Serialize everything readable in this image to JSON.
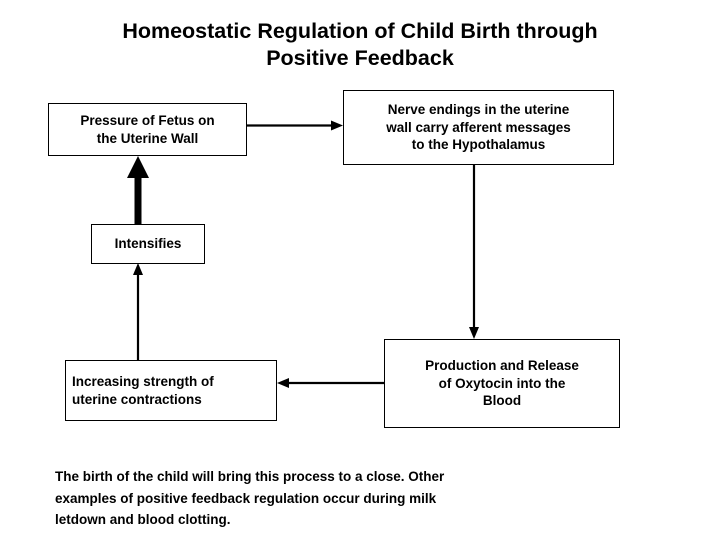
{
  "diagram": {
    "title": {
      "line1": "Homeostatic Regulation of Child Birth through",
      "line2": "Positive Feedback"
    },
    "nodes": {
      "pressure": {
        "label": "Pressure of Fetus on the Uterine Wall",
        "line1": "Pressure of Fetus on",
        "line2": "the Uterine Wall"
      },
      "nerve": {
        "label": "Nerve endings in the uterine wall carry afferent messages to the Hypothalamus",
        "line1": "Nerve endings in the uterine",
        "line2": "wall carry afferent messages",
        "line3": "to the Hypothalamus"
      },
      "intensifies": {
        "label": "Intensifies",
        "line1": "Intensifies"
      },
      "contractions": {
        "label": "Increasing strength of uterine contractions",
        "line1": "Increasing strength of",
        "line2": "uterine contractions"
      },
      "oxytocin": {
        "label": "Production and Release of Oxytocin into the Blood",
        "line1": "Production and Release",
        "line2": "of Oxytocin into the",
        "line3": "Blood"
      }
    },
    "caption": {
      "line1": "The birth of the child will bring this process to a close.  Other",
      "line2": "examples of positive feedback regulation occur during milk",
      "line3": "letdown and blood clotting."
    },
    "colors": {
      "stroke": "#000000",
      "background": "#ffffff",
      "text": "#000000"
    },
    "connectors": [
      {
        "name": "pressure-to-nerve",
        "from": "pressure",
        "to": "nerve",
        "style": "thin",
        "direction": "right"
      },
      {
        "name": "nerve-to-oxytocin",
        "from": "nerve",
        "to": "oxytocin",
        "style": "thin",
        "direction": "down"
      },
      {
        "name": "oxytocin-to-contractions",
        "from": "oxytocin",
        "to": "contractions",
        "style": "thin",
        "direction": "left"
      },
      {
        "name": "contractions-to-intensifies",
        "from": "contractions",
        "to": "intensifies",
        "style": "thin",
        "direction": "up"
      },
      {
        "name": "intensifies-to-pressure",
        "from": "intensifies",
        "to": "pressure",
        "style": "thick",
        "direction": "up"
      }
    ]
  }
}
